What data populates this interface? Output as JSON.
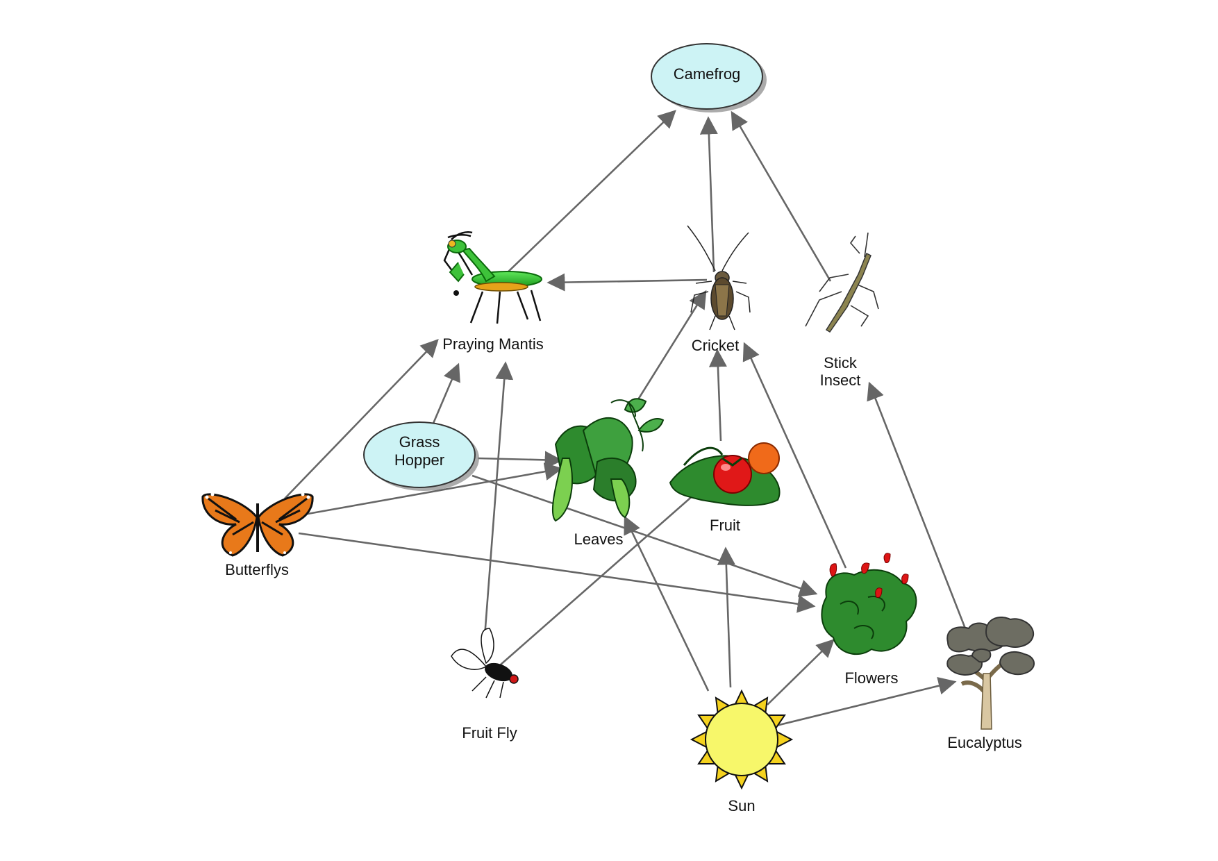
{
  "nodes": {
    "camefrog": "Camefrog",
    "praying_mantis": "Praying Mantis",
    "cricket": "Cricket",
    "stick_insect_1": "Stick",
    "stick_insect_2": "Insect",
    "grass_hopper_1": "Grass",
    "grass_hopper_2": "Hopper",
    "leaves": "Leaves",
    "fruit": "Fruit",
    "butterflys": "Butterflys",
    "flowers": "Flowers",
    "fruit_fly": "Fruit Fly",
    "sun": "Sun",
    "eucalyptus": "Eucalyptus"
  },
  "edges": [
    {
      "from": "praying_mantis",
      "to": "camefrog"
    },
    {
      "from": "cricket",
      "to": "camefrog"
    },
    {
      "from": "stick_insect",
      "to": "camefrog"
    },
    {
      "from": "cricket",
      "to": "praying_mantis"
    },
    {
      "from": "butterflys",
      "to": "praying_mantis"
    },
    {
      "from": "grass_hopper",
      "to": "praying_mantis"
    },
    {
      "from": "fruit_fly",
      "to": "praying_mantis"
    },
    {
      "from": "leaves",
      "to": "cricket"
    },
    {
      "from": "fruit",
      "to": "cricket"
    },
    {
      "from": "flowers",
      "to": "cricket"
    },
    {
      "from": "eucalyptus",
      "to": "stick_insect"
    },
    {
      "from": "grass_hopper",
      "to": "leaves"
    },
    {
      "from": "butterflys",
      "to": "leaves"
    },
    {
      "from": "grass_hopper",
      "to": "flowers"
    },
    {
      "from": "butterflys",
      "to": "flowers"
    },
    {
      "from": "fruit_fly",
      "to": "fruit"
    },
    {
      "from": "sun",
      "to": "leaves"
    },
    {
      "from": "sun",
      "to": "fruit"
    },
    {
      "from": "sun",
      "to": "flowers"
    },
    {
      "from": "sun",
      "to": "eucalyptus"
    }
  ],
  "colors": {
    "ellipse_fill": "#cdf3f5",
    "edge": "#666666",
    "sun": "#f7f76a",
    "sun_rays": "#f5d21e"
  }
}
